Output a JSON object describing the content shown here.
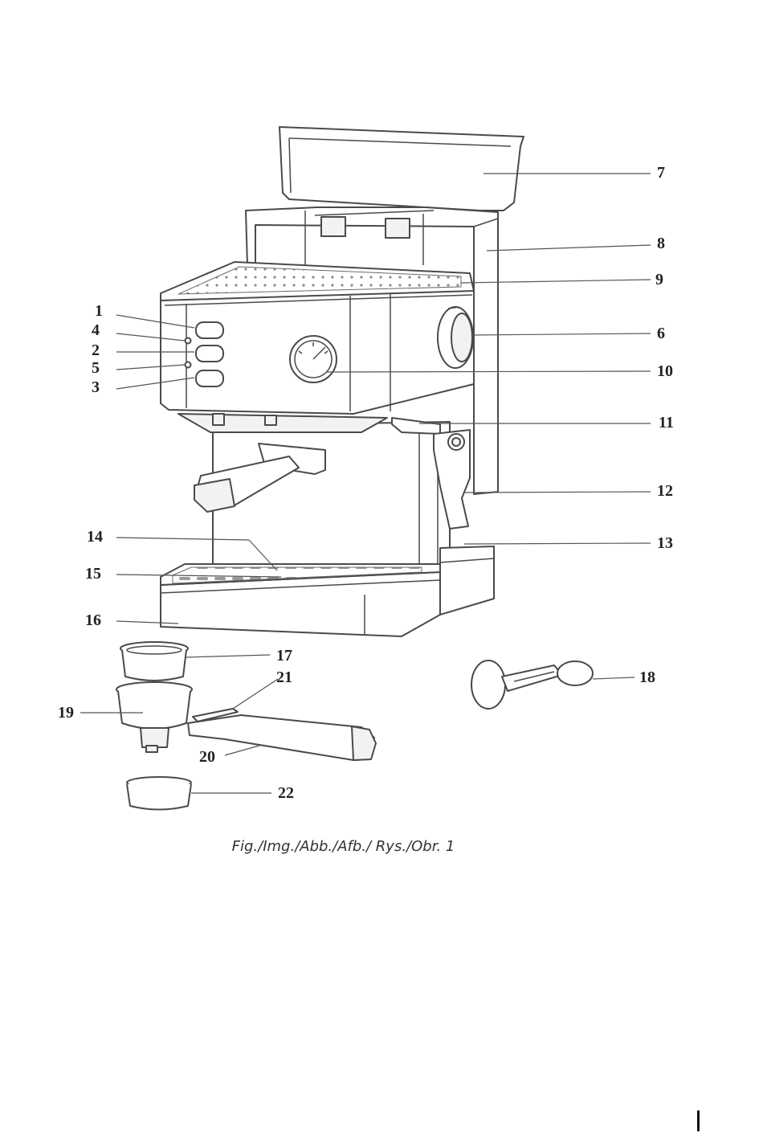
{
  "figure": {
    "caption": "Fig./Img./Abb./Afb./ Rys./Obr. 1"
  },
  "callouts": [
    "1",
    "2",
    "3",
    "4",
    "5",
    "6",
    "7",
    "8",
    "9",
    "10",
    "11",
    "12",
    "13",
    "14",
    "15",
    "16",
    "17",
    "18",
    "19",
    "20",
    "21",
    "22"
  ]
}
